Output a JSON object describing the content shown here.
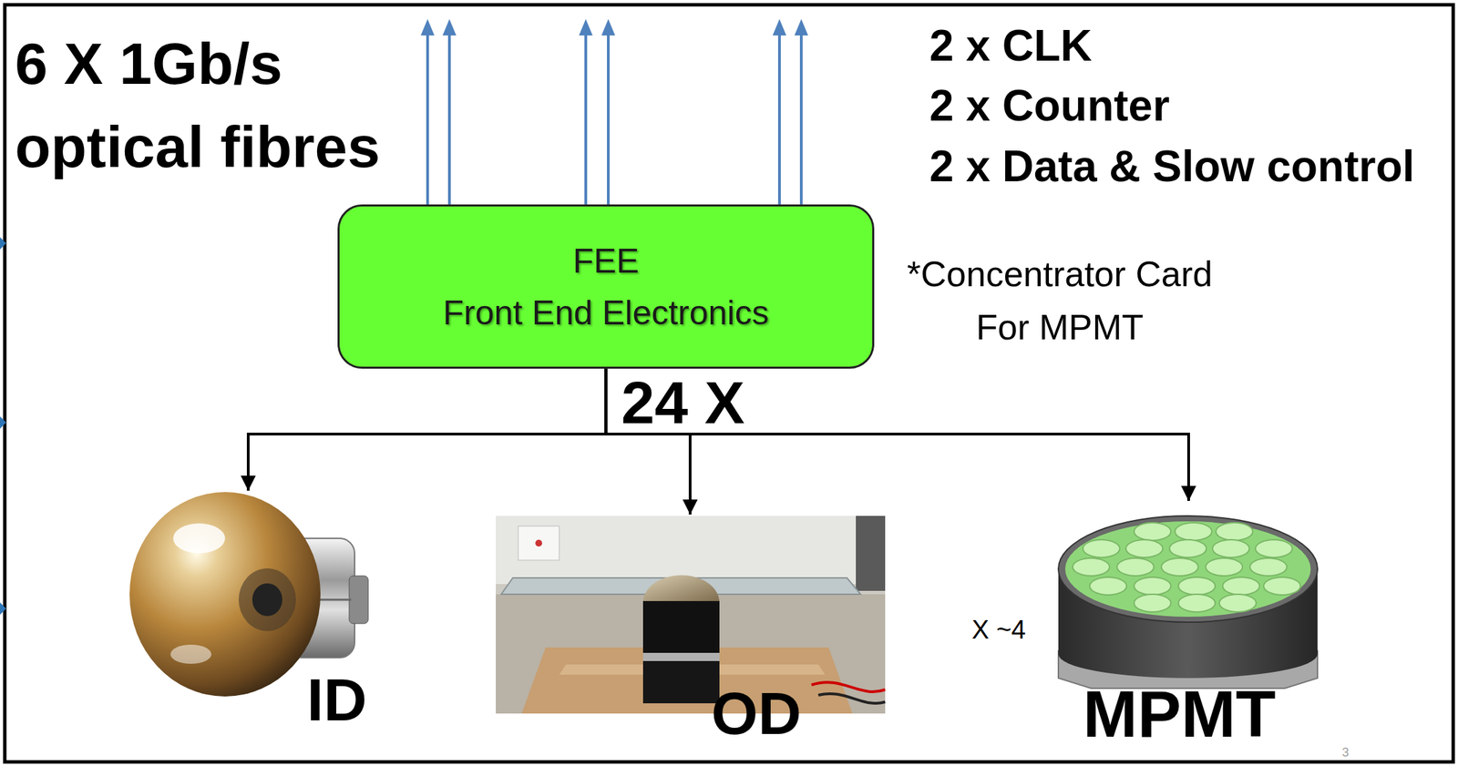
{
  "diagram": {
    "nodes": [
      {
        "text": [
          "FEE",
          "Front End Electronics"
        ]
      },
      {
        "text": [
          "ID"
        ]
      },
      {
        "text": [
          "OD"
        ]
      },
      {
        "text": [
          "MPMT"
        ]
      }
    ],
    "edges": [
      {
        "from": 0,
        "to": 1,
        "arrow": "to"
      },
      {
        "from": 0,
        "to": 2,
        "arrow": "to"
      },
      {
        "from": 0,
        "to": 3,
        "arrow": "to"
      }
    ],
    "labels": [
      "6 X 1Gb/s optical fibres",
      "2 x CLK",
      "2 x Counter",
      "2 x Data & Slow control",
      "*Concentrator Card For MPMT",
      "24 X",
      "X ~4",
      "3"
    ]
  }
}
